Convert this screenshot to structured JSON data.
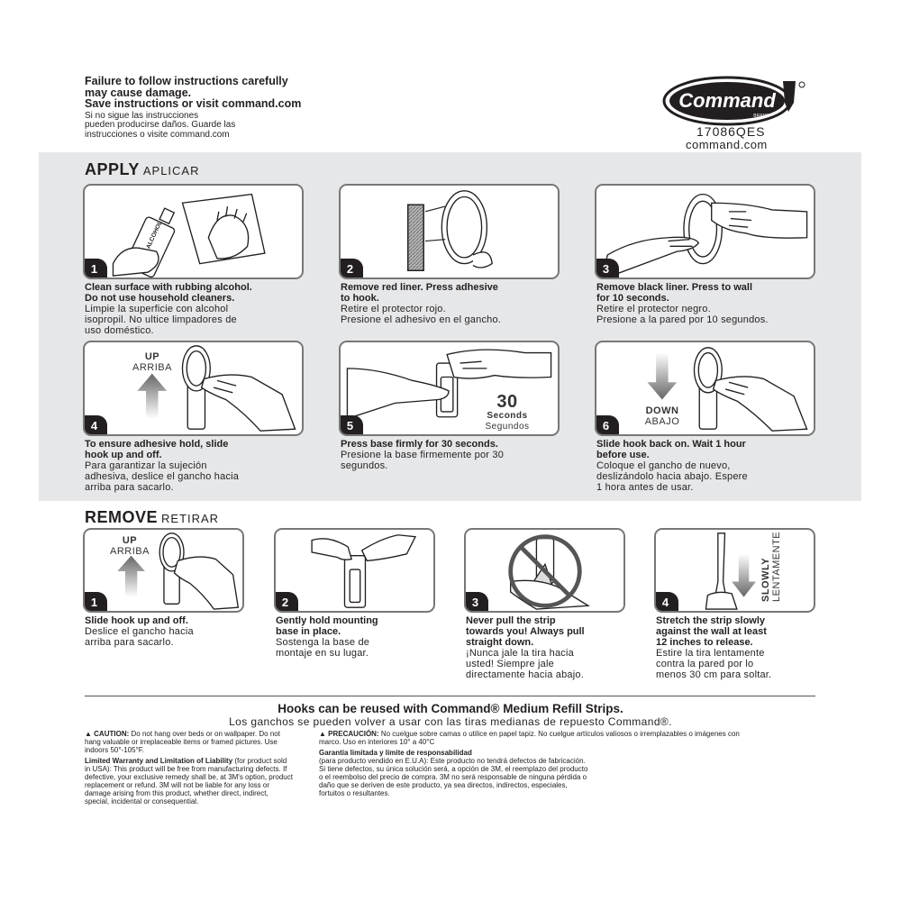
{
  "header": {
    "warning_en": [
      "Failure to follow instructions carefully",
      "may cause damage.",
      "Save instructions or visit command.com"
    ],
    "warning_es": [
      "Si no sigue las instrucciones",
      "pueden producirse daños. Guarde las",
      "instrucciones o visite command.com"
    ],
    "logo_text": "Command",
    "logo_sub": "BRAND",
    "product_code": "17086QES",
    "website": "command.com"
  },
  "apply": {
    "title": "APPLY",
    "subtitle": "APLICAR",
    "steps": [
      {
        "num": "1",
        "en": [
          "Clean surface with rubbing alcohol.",
          "Do not use household cleaners."
        ],
        "es": [
          "Limpie la superficie con alcohol",
          "isopropil. No ultice limpadores de",
          "uso doméstico."
        ],
        "label": "ALCOHOL"
      },
      {
        "num": "2",
        "en": [
          "Remove red liner. Press adhesive",
          "to hook."
        ],
        "es": [
          "Retire el protector rojo.",
          "Presione el adhesivo en el gancho."
        ]
      },
      {
        "num": "3",
        "en": [
          "Remove black liner. Press to wall",
          "for 10 seconds."
        ],
        "es": [
          "Retire el protector negro.",
          "Presione a la pared por 10 segundos."
        ]
      },
      {
        "num": "4",
        "en": [
          "To ensure adhesive hold, slide",
          "hook up and off."
        ],
        "es": [
          "Para garantizar la sujeción",
          "adhesiva, deslice el gancho hacia",
          "arriba para sacarlo."
        ],
        "label_en": "UP",
        "label_es": "ARRIBA"
      },
      {
        "num": "5",
        "en": [
          "Press base firmly for 30 seconds."
        ],
        "es": [
          "Presione la base firmemente por 30",
          "segundos."
        ],
        "timer": "30",
        "timer_en": "Seconds",
        "timer_es": "Segundos"
      },
      {
        "num": "6",
        "en": [
          "Slide hook back on. Wait 1 hour",
          "before use."
        ],
        "es": [
          "Coloque el gancho de nuevo,",
          "deslizándolo hacia abajo. Espere",
          "1 hora antes de usar."
        ],
        "label_en": "DOWN",
        "label_es": "ABAJO"
      }
    ]
  },
  "remove": {
    "title": "REMOVE",
    "subtitle": "RETIRAR",
    "steps": [
      {
        "num": "1",
        "en": [
          "Slide hook up and off."
        ],
        "es": [
          "Deslice el gancho hacia",
          "arriba para sacarlo."
        ],
        "label_en": "UP",
        "label_es": "ARRIBA"
      },
      {
        "num": "2",
        "en": [
          "Gently hold mounting",
          "base in place."
        ],
        "es": [
          "Sostenga la base de",
          "montaje en su lugar."
        ]
      },
      {
        "num": "3",
        "en": [
          "Never pull the strip",
          "towards you! Always pull",
          "straight down."
        ],
        "es": [
          "¡Nunca jale la tira hacia",
          "usted! Siempre jale",
          "directamente hacia abajo."
        ]
      },
      {
        "num": "4",
        "en": [
          "Stretch the strip slowly",
          "against the wall at least",
          "12 inches to release."
        ],
        "es": [
          "Estire la tira lentamente",
          "contra la pared por lo",
          "menos 30 cm para soltar."
        ],
        "label_en": "SLOWLY",
        "label_es": "LENTAMENTE"
      }
    ]
  },
  "reuse": {
    "en": "Hooks can be reused with Command® Medium Refill Strips.",
    "es": "Los ganchos se pueden volver a usar con las tiras medianas de repuesto Command®."
  },
  "legal": {
    "caution_head": "CAUTION:",
    "caution_body": "Do not hang over beds or on wallpaper. Do not hang valuable or irreplaceable items or framed pictures. Use indoors 50°-105°F.",
    "warranty_head": "Limited Warranty and Limitation of Liability",
    "warranty_body": "(for product sold in USA): This product will be free from manufacturing defects. If defective, your exclusive remedy shall be, at 3M's option, product replacement or refund. 3M will not be liable for any loss or damage arising from this product, whether direct, indirect, special, incidental or consequential.",
    "precaucion_head": "PRECAUCIÓN:",
    "precaucion_body": "No cuelgue sobre camas o utilice en papel tapiz. No cuelgue artículos valiosos o irremplazables o imágenes con marco. Uso en interiores 10° a 40°C",
    "garantia_head": "Garantía limitada y límite de responsabilidad",
    "garantia_body": "(para producto vendido en E.U.A): Este producto no tendrá defectos de fabricación. Si tiene defectos, su única solución será, a opción de 3M, el reemplazo del producto o el reembolso del precio de compra. 3M no será responsable de ninguna pérdida o daño que se deriven de este producto, ya sea directos, indirectos, especiales, fortuitos o resultantes."
  }
}
